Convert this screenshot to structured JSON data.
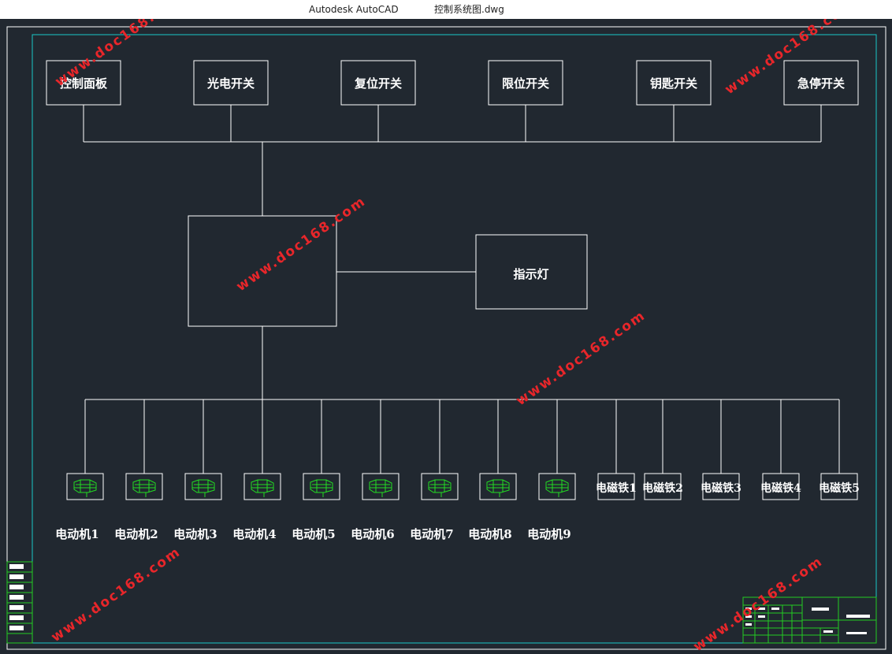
{
  "window": {
    "app_title": "Autodesk AutoCAD",
    "document_title": "控制系统图.dwg"
  },
  "inputs": [
    "控制面板",
    "光电开关",
    "复位开关",
    "限位开关",
    "钥匙开关",
    "急停开关"
  ],
  "controller_label": "",
  "indicator": "指示灯",
  "motors": [
    "电动机1",
    "电动机2",
    "电动机3",
    "电动机4",
    "电动机5",
    "电动机6",
    "电动机7",
    "电动机8",
    "电动机9"
  ],
  "electromagnets": [
    "电磁铁1",
    "电磁铁2",
    "电磁铁3",
    "电磁铁4",
    "电磁铁5"
  ],
  "watermark": "www.doc168.com",
  "colors": {
    "background": "#212830",
    "frame": "#ffffff",
    "inner_frame": "#19c8c8",
    "title_block": "#22cc22",
    "motor_symbol": "#22dd22",
    "watermark": "#e8262a"
  }
}
